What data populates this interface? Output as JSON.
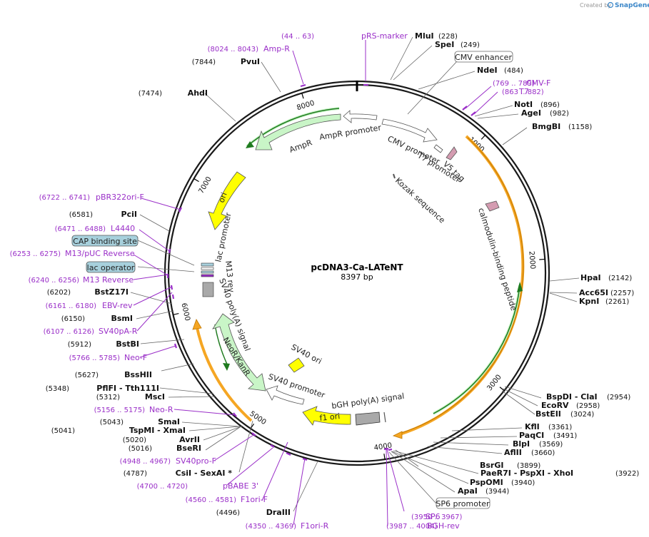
{
  "map": {
    "name": "pcDNA3-Ca-LATeNT",
    "length": 8397,
    "length_label": "8397 bp"
  },
  "credit": {
    "prefix": "Created by",
    "brand": "SnapGene"
  },
  "ticks": [
    1000,
    2000,
    3000,
    4000,
    5000,
    6000,
    7000,
    8000
  ],
  "enzymes": [
    {
      "name": "MluI",
      "pos": 228
    },
    {
      "name": "SpeI",
      "pos": 249
    },
    {
      "name": "NdeI",
      "pos": 484
    },
    {
      "name": "NotI",
      "pos": 896
    },
    {
      "name": "AgeI",
      "pos": 982
    },
    {
      "name": "BmgBI",
      "pos": 1158
    },
    {
      "name": "HpaI",
      "pos": 2142
    },
    {
      "name": "Acc65I",
      "pos": 2257
    },
    {
      "name": "KpnI",
      "pos": 2261
    },
    {
      "name": "BspDI - ClaI",
      "pos": 2954
    },
    {
      "name": "EcoRV",
      "pos": 2958
    },
    {
      "name": "BstEII",
      "pos": 3024
    },
    {
      "name": "KflI",
      "pos": 3361
    },
    {
      "name": "PaqCI",
      "pos": 3491
    },
    {
      "name": "BlpI",
      "pos": 3569
    },
    {
      "name": "AflII",
      "pos": 3660
    },
    {
      "name": "BsrGI",
      "pos": 3899
    },
    {
      "name": "PaeR7I - PspXI - XhoI",
      "pos": 3922
    },
    {
      "name": "PspOMI",
      "pos": 3940
    },
    {
      "name": "ApaI",
      "pos": 3944
    },
    {
      "name": "DraIII",
      "pos": 4496
    },
    {
      "name": "CsiI - SexAI *",
      "pos": 4787
    },
    {
      "name": "BseRI",
      "pos": 5016
    },
    {
      "name": "AvrII",
      "pos": 5020
    },
    {
      "name": "TspMI - XmaI",
      "pos": 5041
    },
    {
      "name": "SmaI",
      "pos": 5043
    },
    {
      "name": "MscI",
      "pos": 5312
    },
    {
      "name": "PflFI - Tth111I",
      "pos": 5348
    },
    {
      "name": "BssHII",
      "pos": 5627
    },
    {
      "name": "BstBI",
      "pos": 5912
    },
    {
      "name": "BsmI",
      "pos": 6150
    },
    {
      "name": "BstZ17I",
      "pos": 6202
    },
    {
      "name": "PciI",
      "pos": 6581
    },
    {
      "name": "AhdI",
      "pos": 7474
    },
    {
      "name": "PvuI",
      "pos": 7844
    }
  ],
  "primers": [
    {
      "name": "pRS-marker",
      "range": "(44 .. 63)"
    },
    {
      "name": "Amp-R",
      "range": "(8024 .. 8043)"
    },
    {
      "name": "CMV-F",
      "range": "(769 .. 789)"
    },
    {
      "name": "T7",
      "range": "(863 .. 882)"
    },
    {
      "name": "pBR322ori-F",
      "range": "(6722 .. 6741)"
    },
    {
      "name": "L4440",
      "range": "(6471 .. 6488)"
    },
    {
      "name": "M13/pUC Reverse",
      "range": "(6253 .. 6275)"
    },
    {
      "name": "M13 Reverse",
      "range": "(6240 .. 6256)"
    },
    {
      "name": "EBV-rev",
      "range": "(6161 .. 6180)"
    },
    {
      "name": "SV40pA-R",
      "range": "(6107 .. 6126)"
    },
    {
      "name": "Neo-F",
      "range": "(5766 .. 5785)"
    },
    {
      "name": "Neo-R",
      "range": "(5156 .. 5175)"
    },
    {
      "name": "SV40pro-F",
      "range": "(4948 .. 4967)"
    },
    {
      "name": "pBABE 3'",
      "range": "(4700 .. 4720)"
    },
    {
      "name": "F1ori-F",
      "range": "(4560 .. 4581)"
    },
    {
      "name": "F1ori-R",
      "range": "(4350 .. 4369)"
    },
    {
      "name": "SP6",
      "range": "(3950 .. 3967)"
    },
    {
      "name": "BGH-rev",
      "range": "(3987 .. 4004)"
    }
  ],
  "boxed_labels": {
    "cmv_enhancer": "CMV enhancer",
    "sp6_promoter": "SP6 promoter",
    "cap_binding": "CAP binding site",
    "lac_operator": "lac operator"
  },
  "features": {
    "ampr": "AmpR",
    "ampr_promoter": "AmpR promoter",
    "cmv_promoter": "CMV promoter",
    "t7_promoter": "T7 promoter",
    "v5_tag": "V5 tag",
    "kozak": "Kozak sequence",
    "calmodulin": "calmodulin-binding peptide",
    "ori": "ori",
    "lac_promoter": "lac promoter",
    "m13_rev": "M13 rev",
    "sv40_polya": "SV40 poly(A) signal",
    "neor": "NeoR/KanR",
    "sv40_ori": "SV40 ori",
    "sv40_promoter": "SV40 promoter",
    "f1_ori": "f1 ori",
    "bgh_polya": "bGH poly(A) signal"
  },
  "colors": {
    "backbone": "#1a1a1a",
    "orf_green": "#c9f5c7",
    "ori_yellow": "#ffff00",
    "orange_arc": "#f5a623",
    "primer_purple": "#9a2fc8",
    "box_blue": "#a7d0dc",
    "gray": "#a9a9a9",
    "pink": "#d49cb1"
  }
}
